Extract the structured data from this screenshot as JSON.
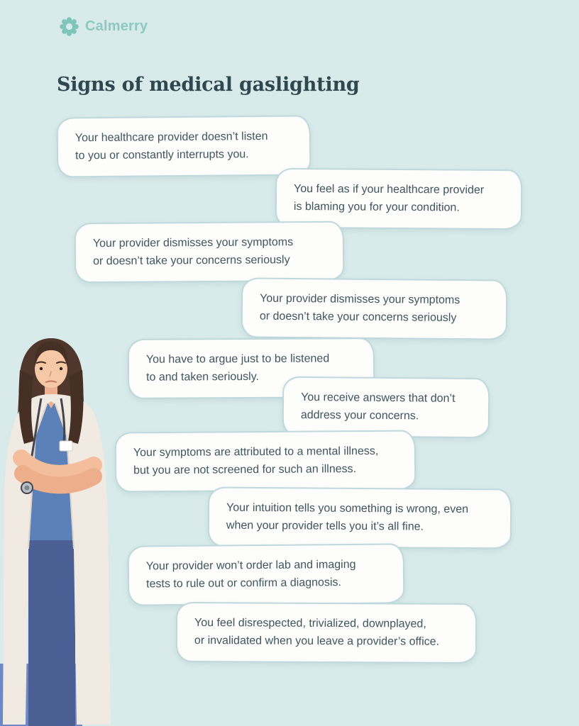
{
  "brand": {
    "name": "Calmerry",
    "logo_icon": "gear-flower-icon"
  },
  "title": "Signs of medical gaslighting",
  "bubbles": [
    {
      "text": "Your healthcare provider doesn’t listen\nto you or constantly interrupts you."
    },
    {
      "text": "You feel as if your healthcare provider\nis blaming you for your condition."
    },
    {
      "text": "Your provider dismisses your symptoms\nor doesn’t take your concerns seriously"
    },
    {
      "text": "Your provider dismisses your symptoms\nor doesn’t take your concerns seriously"
    },
    {
      "text": "You have to argue just to be listened\nto and taken seriously."
    },
    {
      "text": "You receive answers that don’t\naddress your concerns."
    },
    {
      "text": "Your symptoms are attributed to a mental illness,\nbut you are not screened for such an illness."
    },
    {
      "text": "Your intuition tells you something is wrong, even\nwhen your provider tells you it’s all fine."
    },
    {
      "text": "Your provider won’t order lab and imaging\ntests to rule out or confirm a diagnosis."
    },
    {
      "text": "You feel disrespected, trivialized, downplayed,\nor invalidated when you leave a provider’s office."
    }
  ],
  "illustration": "female-doctor-arms-crossed",
  "colors": {
    "background": "#d8eaea",
    "bubble_background": "#fdfdfb",
    "bubble_border": "#bfd8dd",
    "body_text": "#41555d",
    "title_text": "#2f4850",
    "brand_teal": "#8ccac1",
    "accent_periwinkle": "#6d88c6"
  }
}
